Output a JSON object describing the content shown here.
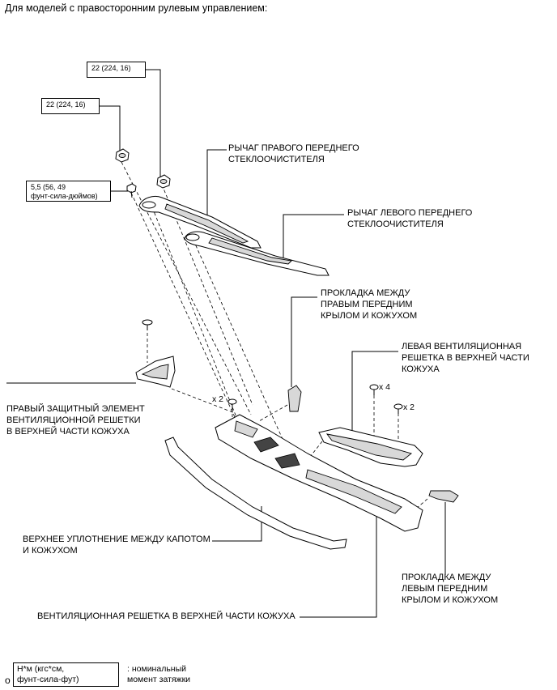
{
  "heading": "Для моделей с правосторонним рулевым управлением:",
  "torque_boxes": [
    {
      "id": "t1",
      "text": "22 (224, 16)"
    },
    {
      "id": "t2",
      "text": "22 (224, 16)"
    },
    {
      "id": "t3",
      "text": "5,5 (56, 49\nфунт-сила-дюймов)"
    }
  ],
  "labels": {
    "right_wiper_arm": "РЫЧАГ ПРАВОГО ПЕРЕДНЕГО\nСТЕКЛООЧИСТИТЕЛЯ",
    "left_wiper_arm": "РЫЧАГ ЛЕВОГО ПЕРЕДНЕГО\nСТЕКЛООЧИСТИТЕЛЯ",
    "right_seal": "ПРОКЛАДКА МЕЖДУ\nПРАВЫМ ПЕРЕДНИМ\nКРЫЛОМ И КОЖУХОМ",
    "left_louver": "ЛЕВАЯ ВЕНТИЛЯЦИОННАЯ\nРЕШЕТКА В ВЕРХНЕЙ ЧАСТИ\nКОЖУХА",
    "right_guard": "ПРАВЫЙ ЗАЩИТНЫЙ ЭЛЕМЕНТ\nВЕНТИЛЯЦИОННОЙ РЕШЕТКИ\nВ ВЕРХНЕЙ ЧАСТИ КОЖУХА",
    "hood_seal": "ВЕРХНЕЕ УПЛОТНЕНИЕ МЕЖДУ КАПОТОМ\nИ КОЖУХОМ",
    "left_seal": "ПРОКЛАДКА МЕЖДУ\nЛЕВЫМ ПЕРЕДНИМ\nКРЫЛОМ И КОЖУХОМ",
    "cowl_louver": "ВЕНТИЛЯЦИОННАЯ РЕШЕТКА В ВЕРХНЕЙ ЧАСТИ КОЖУХА"
  },
  "quantities": {
    "q_x4": "x 4",
    "q_x2_right": "x 2",
    "q_x2_left": "x 2"
  },
  "legend": {
    "symbol": "o",
    "box_text": "Н*м (кгс*см,\nфунт-сила-фут)",
    "description": ": номинальный\nмомент затяжки"
  }
}
